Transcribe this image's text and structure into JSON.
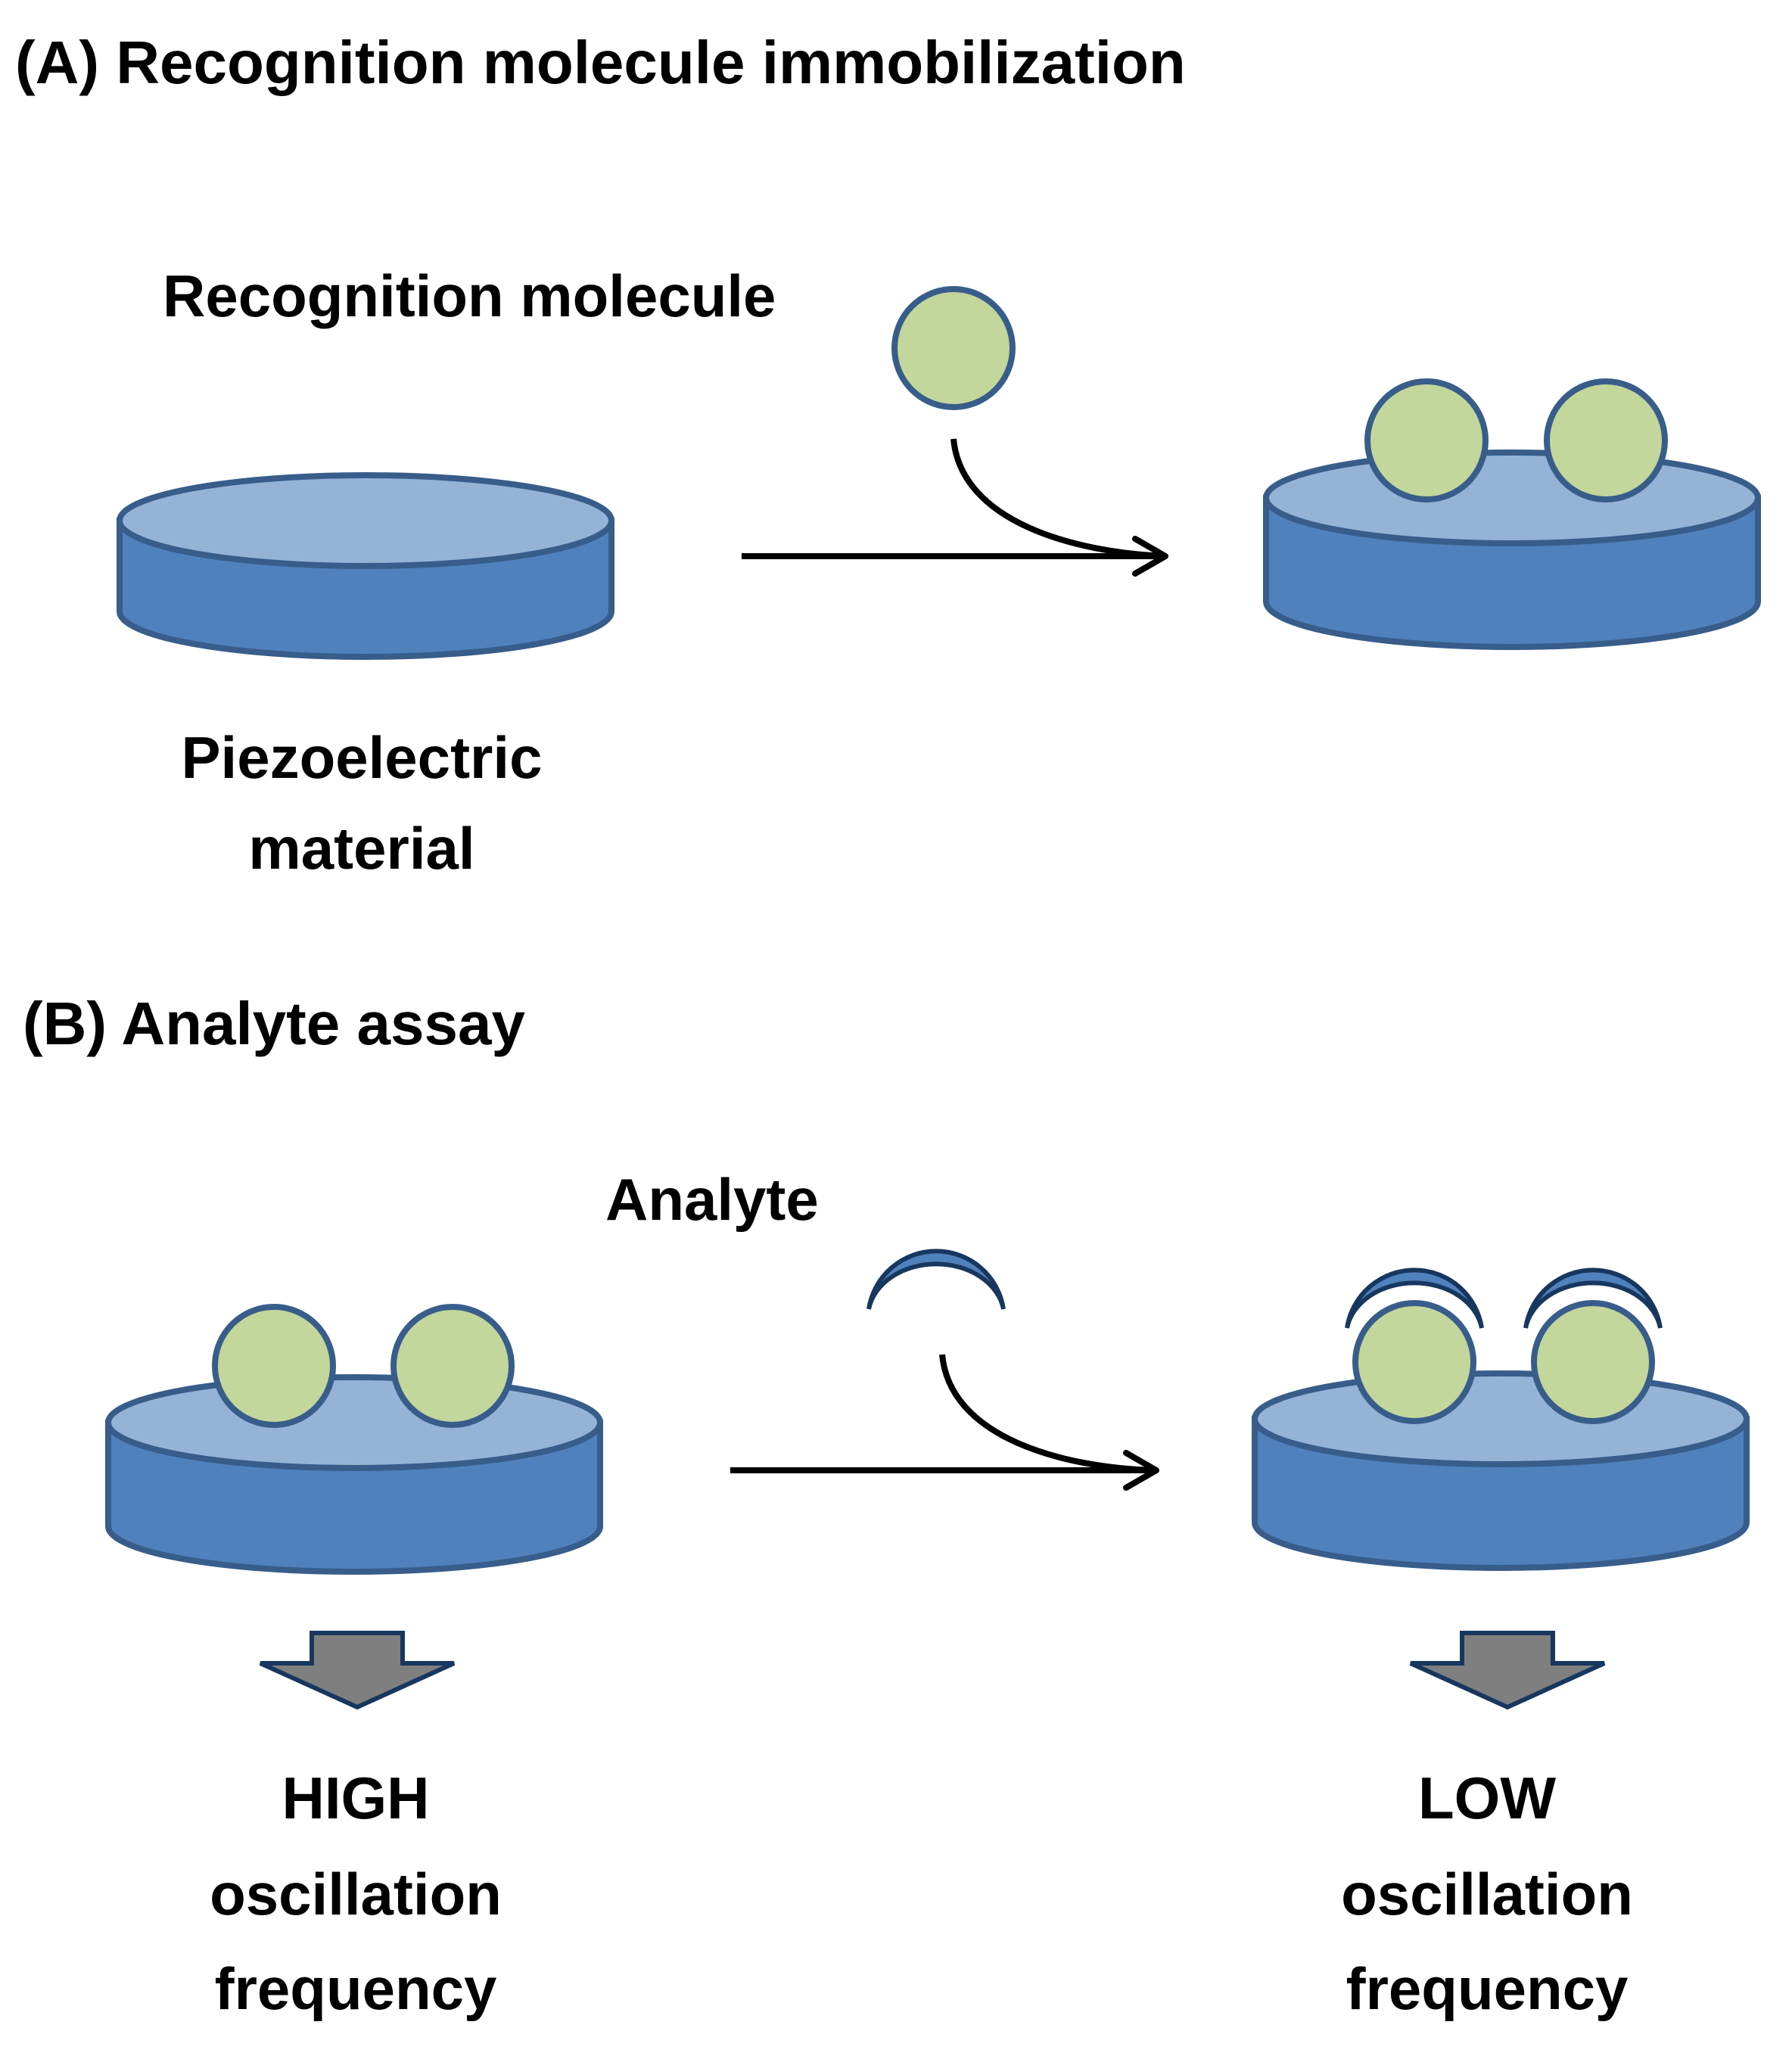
{
  "panel_a": {
    "title": "(A) Recognition molecule immobilization",
    "recognition_label": "Recognition molecule",
    "material_label_line1": "Piezoelectric",
    "material_label_line2": "material"
  },
  "panel_b": {
    "title": "(B) Analyte assay",
    "analyte_label": "Analyte",
    "high_line1": "HIGH",
    "high_line2": "oscillation",
    "high_line3": "frequency",
    "low_line1": "LOW",
    "low_line2": "oscillation",
    "low_line3": "frequency"
  },
  "colors": {
    "disc_side": "#4f81bd",
    "disc_top": "#95b3d7",
    "disc_outline": "#385d8a",
    "molecule_fill": "#c3d69b",
    "analyte_fill": "#4f81bd",
    "block_arrow_fill": "#7f7f7f"
  }
}
